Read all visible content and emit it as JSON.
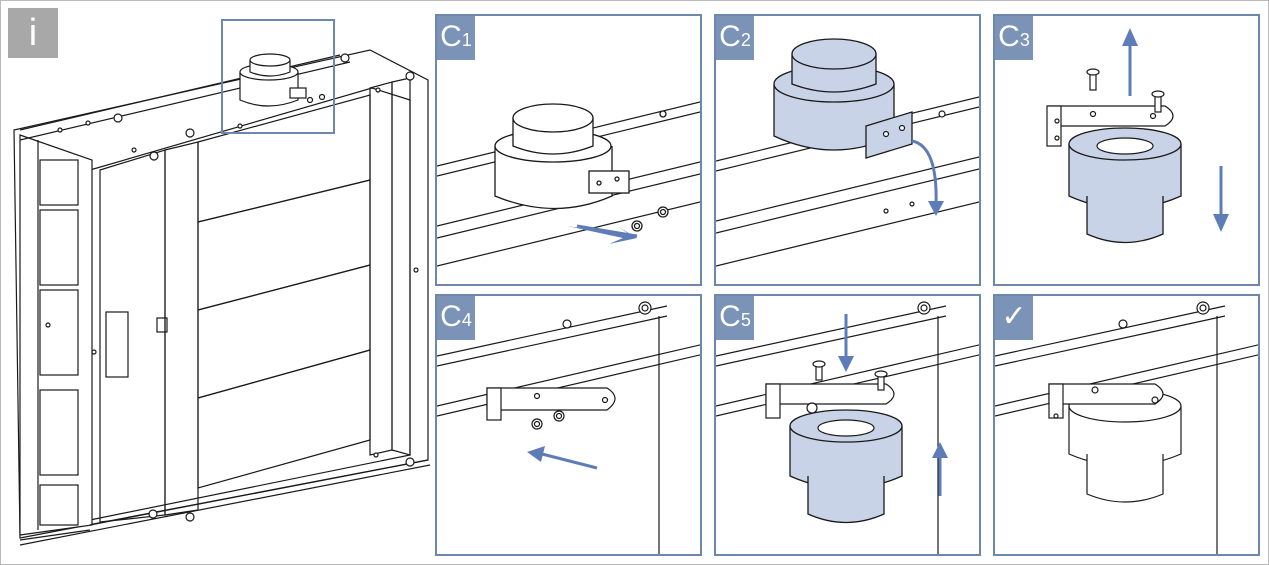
{
  "overview": {
    "badge_label": "i",
    "icon": "info-icon"
  },
  "steps": [
    {
      "main": "C",
      "sub": "1"
    },
    {
      "main": "C",
      "sub": "2"
    },
    {
      "main": "C",
      "sub": "3"
    },
    {
      "main": "C",
      "sub": "4"
    },
    {
      "main": "C",
      "sub": "5"
    },
    {
      "main": "✓",
      "sub": ""
    }
  ],
  "colors": {
    "frame": "#6f87ad",
    "badge": "#7b93b6",
    "overview_badge": "#a8a8a8",
    "highlight_fill": "#c9d3e8",
    "arrow": "#5e7db8",
    "line": "#1a1a1a"
  }
}
